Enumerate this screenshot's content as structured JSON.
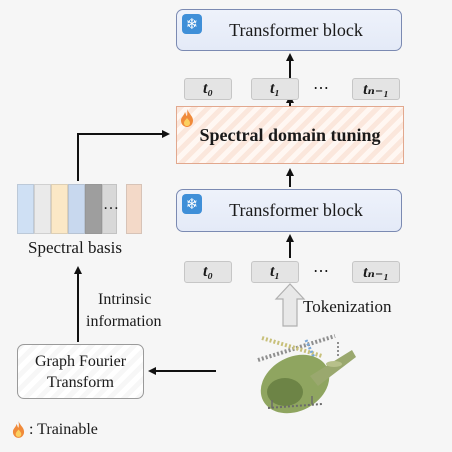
{
  "transformer_block_label": "Transformer block",
  "spectral_tuning_label": "Spectral domain tuning",
  "tokens": [
    "t₀",
    "t₁",
    "⋯",
    "tₙ₋₁"
  ],
  "spectral_basis_label": "Spectral basis",
  "basis_ellipsis": "…",
  "intrinsic_info": {
    "line1": "Intrinsic",
    "line2": "information"
  },
  "tokenization_label": "Tokenization",
  "gft": {
    "line1": "Graph Fourier",
    "line2": "Transform"
  },
  "legend": {
    "text": ": Trainable"
  },
  "icons": {
    "frozen": "snowflake-icon",
    "trainable": "flame-icon"
  },
  "basis_colors": [
    "#cfe0f4",
    "#eaeaea",
    "#fbe8c6",
    "#c8d8ee",
    "#9e9e9e",
    "#d8d8d8",
    "#f3d9c8"
  ],
  "colors": {
    "block_border": "#7b8ab2",
    "tuning_border": "#e2a88e",
    "flame": "#f08a3a",
    "snowflake_bg": "#3f8fd8"
  }
}
